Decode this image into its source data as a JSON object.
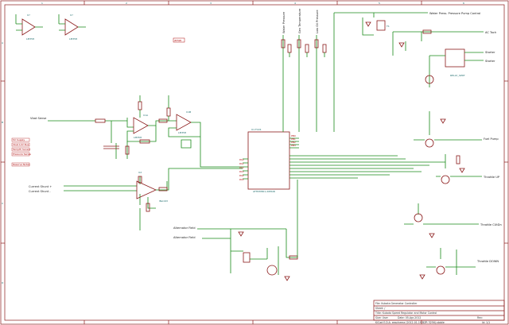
{
  "sheet": {
    "border_color": "#8b1a1a",
    "wire_color": "#1a8a1a",
    "part_color": "#8b1a1a",
    "opamp_fill": "#f0e060",
    "ic_fill": "#fffff0",
    "pin_text_color": "#b01010",
    "top_ticks": [
      "1",
      "2",
      "3",
      "4",
      "5",
      "6"
    ],
    "left_ticks": [
      "A",
      "B",
      "C",
      "D"
    ]
  },
  "labels": {
    "water_press": "Water Press. Pressure Pump Control",
    "ac_tach": "AC Tach",
    "starter": "Starter",
    "starter_out": "Starter",
    "fuel_pump": "Fuel Pump",
    "throttle_up": "Throttle UP",
    "throttle_down_1": "Throttle CUtDn",
    "throttle_down_2": "Throttle DOWN",
    "vbat_sense": "Vbat Sense",
    "current_shunt_p": "Current Shunt +",
    "current_shunt_n": "Current Shunt -",
    "alt_field_1": "Alternator Field",
    "alt_field_2": "Alternator Field",
    "vert_1": "Water Pressure",
    "vert_2": "Gen Temperature",
    "vert_3": "Low Oil Pressure",
    "mcu_ref": "U1 FV21",
    "mcu_name": "ATTINY861-20MUR",
    "opamp_1": "LM358",
    "opamp_2": "LM358",
    "opamp_3": "LM358",
    "opamp_4": "LM358",
    "shunt_amp": "INA193",
    "relay_ref": "RELAY_SPDT"
  },
  "side_notes": [
    "5V Supply",
    "Vbat 12V Bus",
    "TempHi Sensor",
    "Pressure Sense",
    "Reserve Notes"
  ],
  "title_block": {
    "sheet": "Sheet: /",
    "file": "File: Kubota Generator Controller",
    "title": "Title: Kubota Speed Regulator and Motor Control",
    "size": "Size: User",
    "date": "Date: 05-Apr-2012",
    "rev": "Rev:",
    "kicad": "KiCad E.D.A.  eeschema (2012-01-19 BZR 3256)-stable",
    "id": "Id: 1/1"
  }
}
